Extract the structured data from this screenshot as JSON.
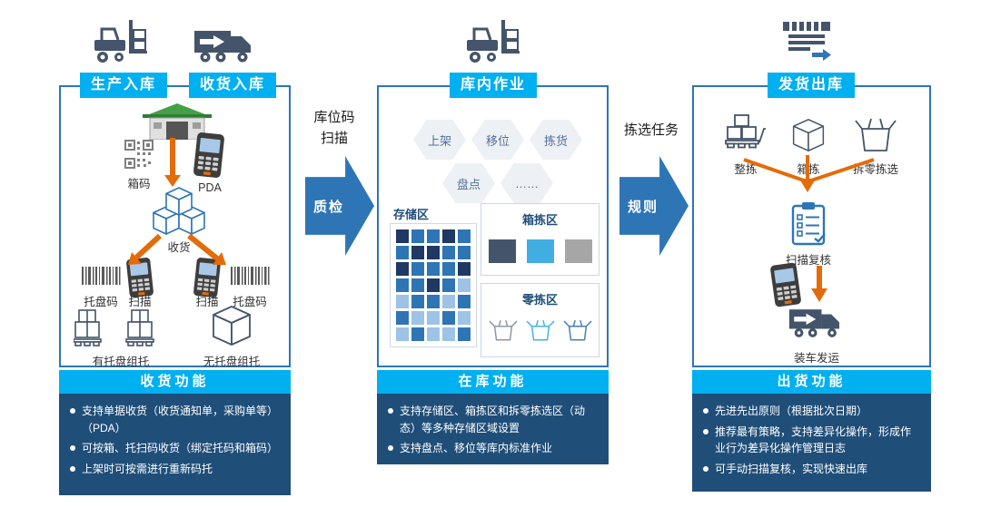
{
  "left": {
    "header_production": "生产入库",
    "header_receiving": "收货入库",
    "box_code_label": "箱码",
    "pda_label": "PDA",
    "receive_label": "收货",
    "pallet_code_left": "托盘码",
    "scan_left": "扫描",
    "scan_right": "扫描",
    "pallet_code_right": "托盘码",
    "with_pallet_label": "有托盘组托",
    "without_pallet_label": "无托盘组托",
    "function_title": "收货功能",
    "bullets": [
      "支持单据收货（收货通知单，采购单等）（PDA）",
      "可按箱、托扫码收货（绑定托码和箱码）",
      "上架时可按需进行重新码托"
    ]
  },
  "flow_left": {
    "line1": "库位码",
    "line2": "扫描",
    "arrow": "质检"
  },
  "middle": {
    "header": "库内作业",
    "hex": [
      "上架",
      "移位",
      "拣货",
      "盘点",
      "……"
    ],
    "storage": {
      "label": "存储区",
      "palette": {
        "d": "#1f3864",
        "m": "#2e75b6",
        "l": "#9dc3e6"
      },
      "grid": [
        "dmmdm",
        "mddmm",
        "dmmmd",
        "mmdml",
        "lmmlm",
        "mllml",
        "lmllm"
      ]
    },
    "box_area": {
      "label": "箱拣区",
      "colors": [
        "#44546a",
        "#41aee2",
        "#a6a6a6"
      ]
    },
    "piece_area": {
      "label": "零拣区",
      "colors": [
        "#8c98a4",
        "#45b3e8",
        "#4a7fb5"
      ]
    },
    "function_title": "在库功能",
    "bullets": [
      "支持存储区、箱拣区和拆零拣选区（动态）等多种存储区域设置",
      "支持盘点、移位等库内标准作业"
    ]
  },
  "flow_right": {
    "line1": "拣选任务",
    "arrow": "规则"
  },
  "right": {
    "header": "发货出库",
    "full_pick": "整拣",
    "case_pick": "箱拣",
    "piece_pick": "拆零拣选",
    "scan_check": "扫描复核",
    "load_ship": "装车发运",
    "function_title": "出货功能",
    "bullets": [
      "先进先出原则（根据批次日期）",
      "推荐最有策略，支持差异化操作，形成作业行为差异化操作管理日志",
      "可手动扫描复核，实现快速出库"
    ]
  }
}
